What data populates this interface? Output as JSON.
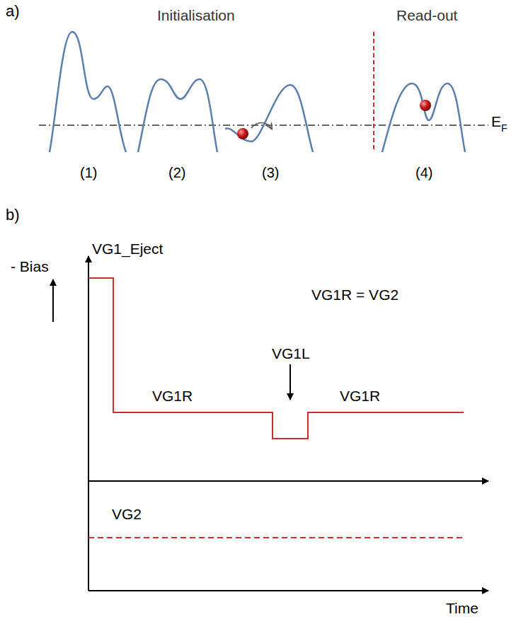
{
  "diagram": {
    "labels": [
      "a)",
      "Initialisation",
      "Read-out",
      "E",
      "F",
      "(1)",
      "(2)",
      "(3)",
      "(4)",
      "b)",
      "- Bias",
      "VG1_Eject",
      "VG1R = VG2",
      "VG1R",
      "VG1L",
      "VG1R",
      "VG2",
      "Time"
    ]
  }
}
